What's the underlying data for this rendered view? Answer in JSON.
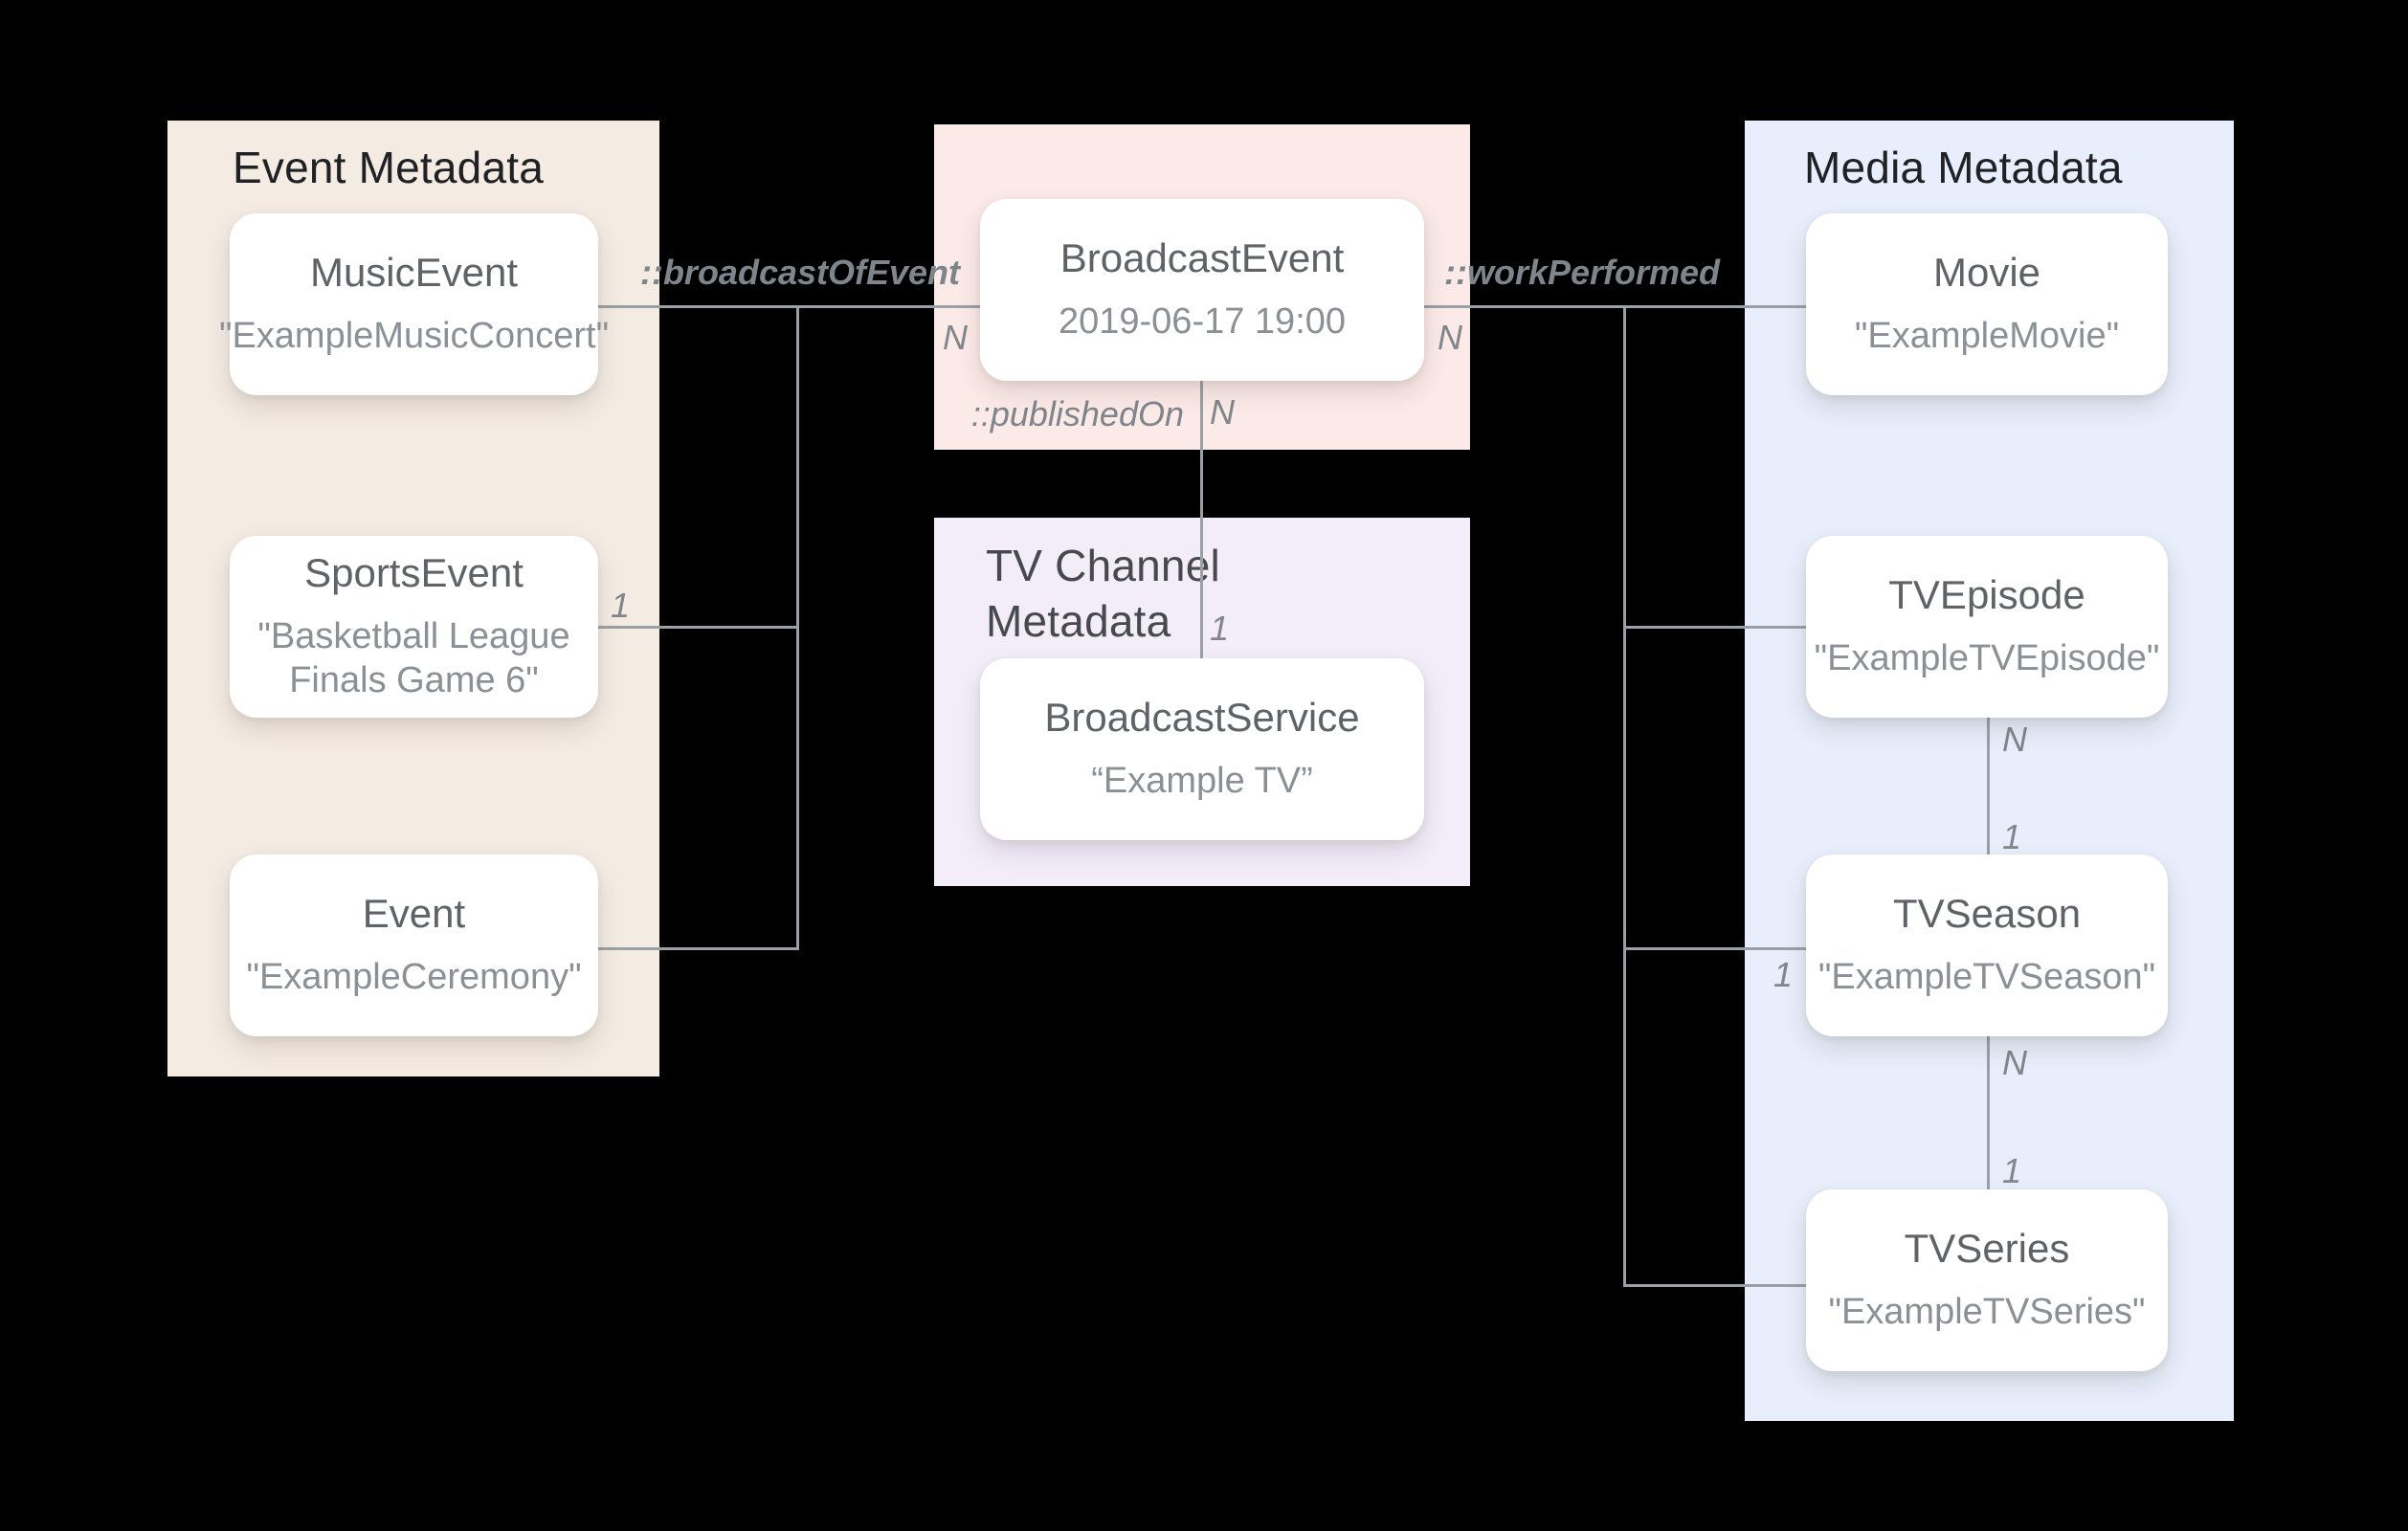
{
  "panels": {
    "event": {
      "title": "Event Metadata"
    },
    "tv_channel": {
      "title": "TV Channel Metadata"
    },
    "media": {
      "title": "Media Metadata"
    }
  },
  "nodes": {
    "music_event": {
      "title": "MusicEvent",
      "value": "\"ExampleMusicConcert\""
    },
    "sports_event": {
      "title": "SportsEvent",
      "value": "\"Basketball League Finals Game 6\""
    },
    "event": {
      "title": "Event",
      "value": "\"ExampleCeremony\""
    },
    "broadcast_event": {
      "title": "BroadcastEvent",
      "value": "2019-06-17 19:00"
    },
    "broadcast_service": {
      "title": "BroadcastService",
      "value": "“Example TV”"
    },
    "movie": {
      "title": "Movie",
      "value": "\"ExampleMovie\""
    },
    "tv_episode": {
      "title": "TVEpisode",
      "value": "\"ExampleTVEpisode\""
    },
    "tv_season": {
      "title": "TVSeason",
      "value": "\"ExampleTVSeason\""
    },
    "tv_series": {
      "title": "TVSeries",
      "value": "\"ExampleTVSeries\""
    }
  },
  "edges": {
    "broadcast_of_event": {
      "label": "::broadcastOfEvent"
    },
    "work_performed": {
      "label": "::workPerformed"
    },
    "published_on": {
      "label": "::publishedOn"
    }
  },
  "cardinalities": {
    "n_broadcast_left": "N",
    "n_broadcast_right": "N",
    "n_published": "N",
    "one_published": "1",
    "one_sports": "1",
    "n_episode_season": "N",
    "one_episode_season": "1",
    "one_season_left": "1",
    "n_season_series": "N",
    "one_season_series": "1"
  },
  "colors": {
    "background": "#000000",
    "panel_event_bg": "#F4EBE3",
    "panel_broadcast_bg": "#FCEAE8",
    "panel_tv_channel_bg": "#F3EDFA",
    "panel_media_bg": "#E8EEFB",
    "node_bg": "#FFFFFF",
    "connector": "#9AA0A6",
    "panel_title_text": "#202124",
    "node_title_text": "#5F6368",
    "node_value_text": "#8A9095",
    "label_text": "#80868B"
  }
}
